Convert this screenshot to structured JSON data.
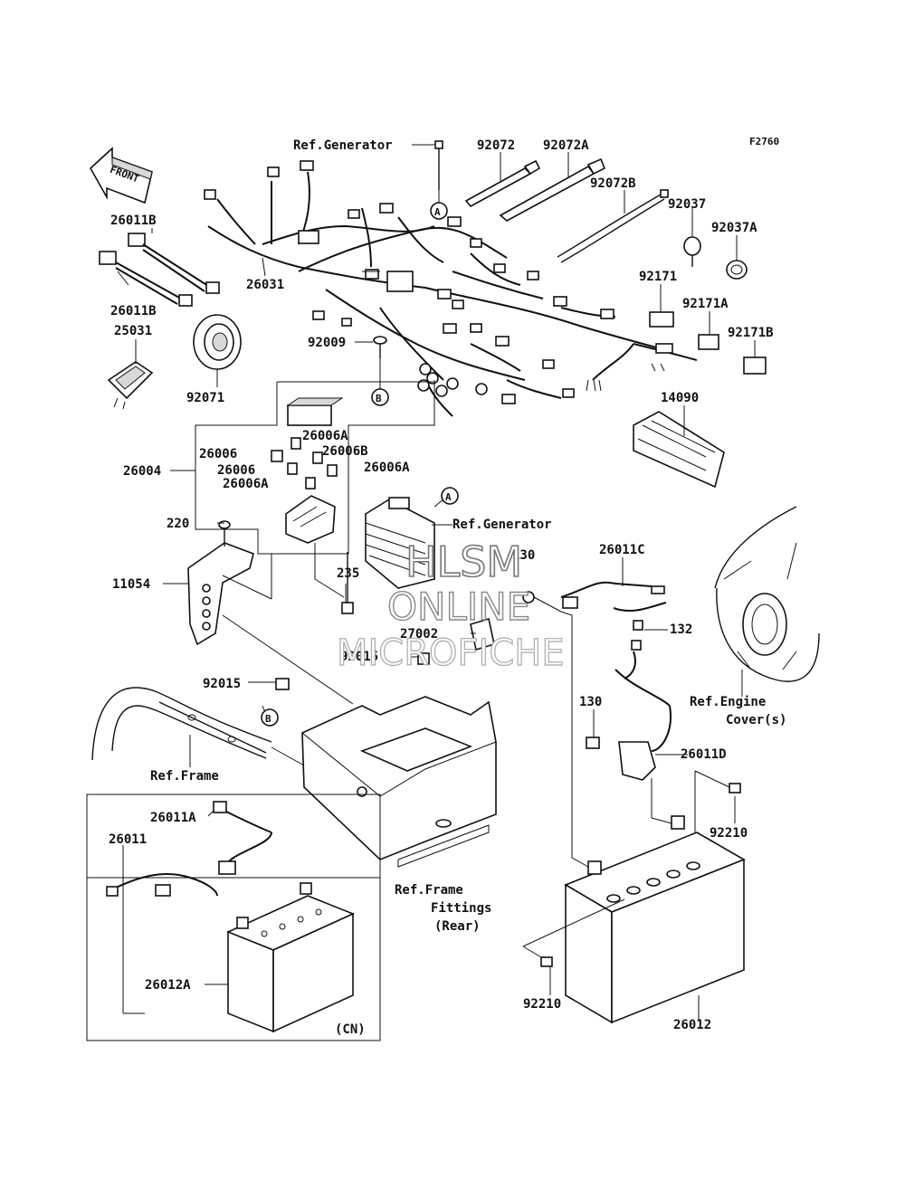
{
  "figure_code": "F2760",
  "front_label": "FRONT",
  "callouts": {
    "A": "A",
    "B": "B"
  },
  "labels": {
    "ref_generator_top": "Ref.Generator",
    "p92072": "92072",
    "p92072A": "92072A",
    "p92072B": "92072B",
    "p92037": "92037",
    "p92037A": "92037A",
    "p92171": "92171",
    "p92171A": "92171A",
    "p92171B": "92171B",
    "p26011B_top": "26011B",
    "p26011B_bottom": "26011B",
    "p26031": "26031",
    "p25031": "25031",
    "p92071": "92071",
    "p92009": "92009",
    "p14090": "14090",
    "p26006A_1": "26006A",
    "p26006_1": "26006",
    "p26006B": "26006B",
    "p26004": "26004",
    "p26006_2": "26006",
    "p26006A_2": "26006A",
    "p26006A_3": "26006A",
    "ref_generator_mid": "Ref.Generator",
    "p220": "220",
    "p11054": "11054",
    "p235": "235",
    "p26011C": "26011C",
    "p130_top": "130",
    "p132": "132",
    "p27002": "27002",
    "p92015_1": "92015",
    "p92015_2": "92015",
    "ref_engine_cover_1": "Ref.Engine",
    "ref_engine_cover_2": "Cover(s)",
    "p130": "130",
    "p26011D": "26011D",
    "ref_frame": "Ref.Frame",
    "p92210_right": "92210",
    "p26011A": "26011A",
    "p26011": "26011",
    "ref_frame_fittings_1": "Ref.Frame",
    "ref_frame_fittings_2": "Fittings",
    "ref_frame_fittings_3": "(Rear)",
    "p26012A": "26012A",
    "p92210_bottom": "92210",
    "p26012": "26012",
    "cn": "(CN)"
  },
  "watermark": {
    "line1": "HLSM",
    "line2": "ONLINE",
    "line3": "MICROFICHE"
  }
}
